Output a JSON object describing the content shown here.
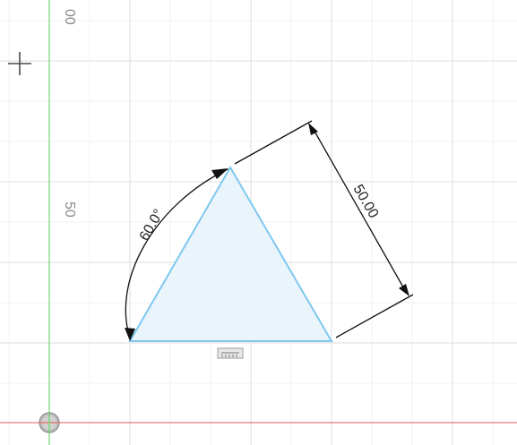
{
  "ruler": {
    "top_label": "00",
    "mid_label": "50"
  },
  "dimensions": {
    "angle": "60.0°",
    "length": "50.00"
  },
  "colors": {
    "x_axis": "#e57a7a",
    "y_axis": "#72d772",
    "sketch_line": "#7fc7f0",
    "sketch_fill": "#eaf4fb",
    "dimension": "#111111"
  },
  "icons": {
    "cursor": "crosshair-icon",
    "origin": "origin-icon",
    "constraint": "horizontal-constraint-icon"
  }
}
